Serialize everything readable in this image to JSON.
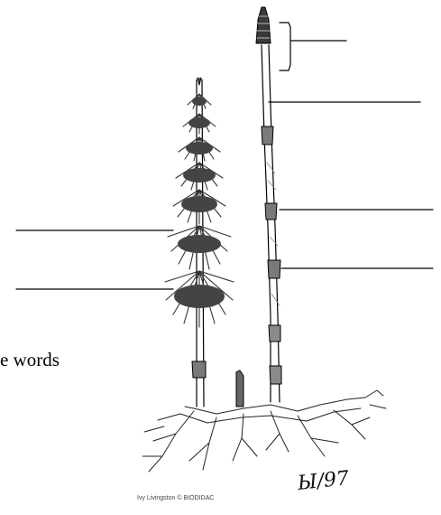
{
  "fragment_text": "e words",
  "signature": "Ы/97",
  "credit": "Ivy Livingston © BIODIDAC",
  "ink_color": "#000000",
  "labels": [
    {
      "name": "strobilus-bracket",
      "text": ""
    },
    {
      "name": "fertile-stem-apex",
      "text": ""
    },
    {
      "name": "node-upper",
      "text": ""
    },
    {
      "name": "node-lower",
      "text": ""
    },
    {
      "name": "branch-whorl-upper",
      "text": ""
    },
    {
      "name": "branch-whorl-lower",
      "text": ""
    }
  ]
}
